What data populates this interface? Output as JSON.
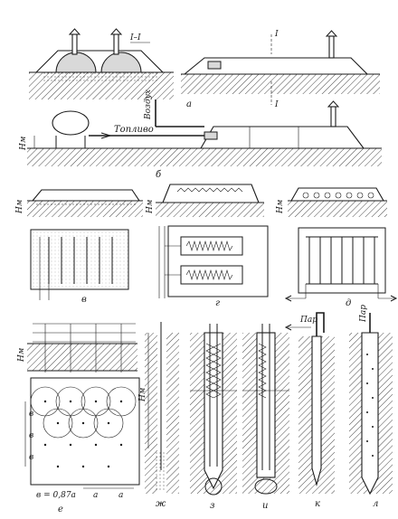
{
  "panels": {
    "a": {
      "letter": "а",
      "section_mark": "I–I",
      "cut_mark": "I"
    },
    "b": {
      "letter": "б",
      "fuel_label": "Топливо",
      "air_label": "Воздух",
      "depth_label": "Hм"
    },
    "v": {
      "letter": "в",
      "depth_label": "Hм"
    },
    "g": {
      "letter": "г",
      "depth_label": "Hм"
    },
    "d": {
      "letter": "д",
      "depth_label": "Hм"
    },
    "e": {
      "letter": "е",
      "depth_label": "Hм",
      "spacing_a": "a",
      "spacing_b": "в",
      "formula": "в = 0,87a"
    },
    "zh": {
      "letter": "ж",
      "depth_label": "Hм"
    },
    "z": {
      "letter": "з"
    },
    "i": {
      "letter": "и"
    },
    "k": {
      "letter": "к",
      "steam_label": "Пар"
    },
    "l": {
      "letter": "л",
      "steam_label": "Пар"
    }
  }
}
